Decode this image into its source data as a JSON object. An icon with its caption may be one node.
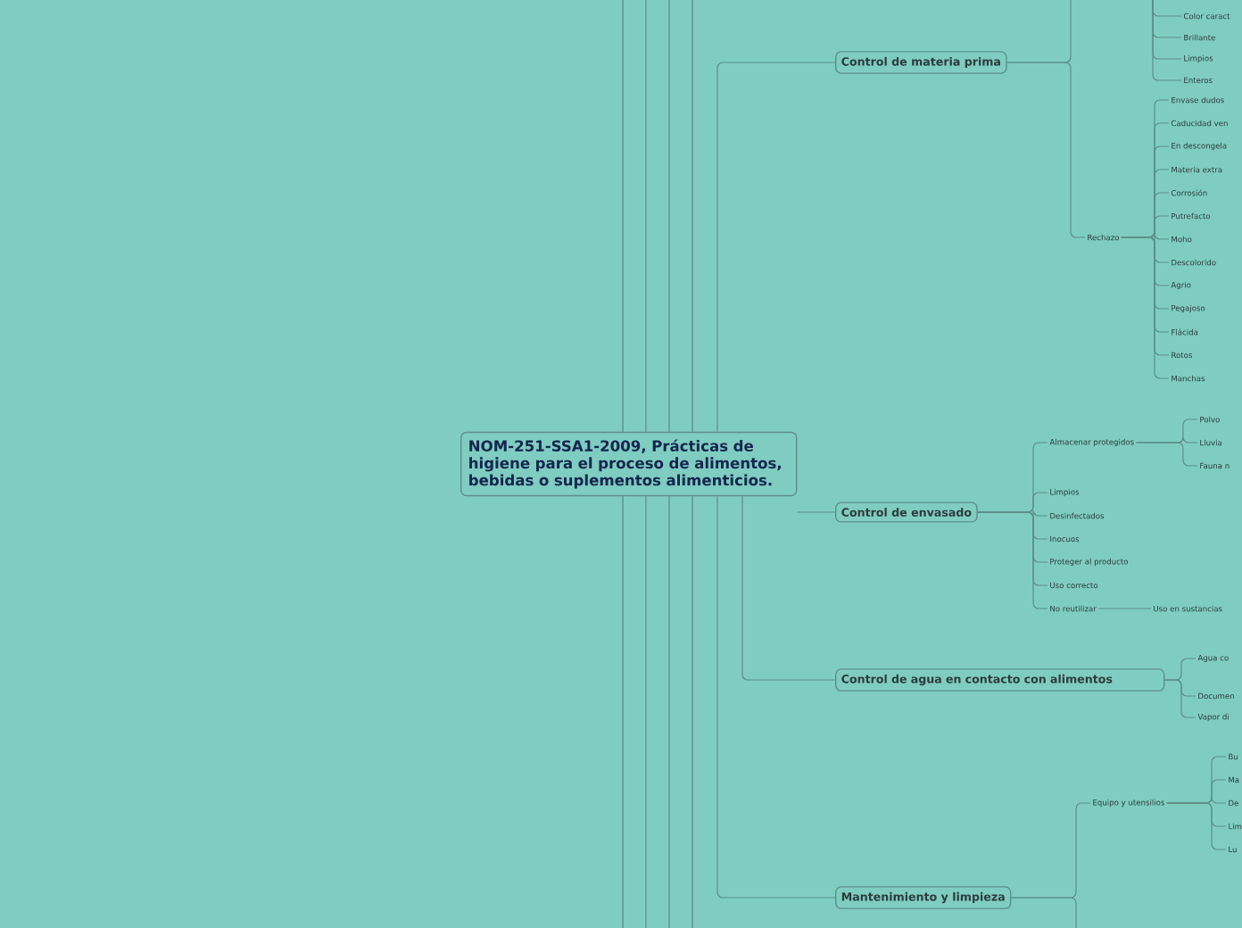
{
  "diagram": {
    "nodes": [
      {
        "text": [
          "NOM-251-SSA1-2009, Prácticas de higiene para el proceso de alimentos, bebidas o suplementos alimenticios."
        ]
      },
      {
        "text": [
          "Control de materia prima"
        ]
      },
      {
        "text": [
          "Color caract"
        ]
      },
      {
        "text": [
          "Brillante"
        ]
      },
      {
        "text": [
          "Limpios"
        ]
      },
      {
        "text": [
          "Enteros"
        ]
      },
      {
        "text": [
          "Rechazo"
        ]
      },
      {
        "text": [
          "Envase dudos"
        ]
      },
      {
        "text": [
          "Caducidad ven"
        ]
      },
      {
        "text": [
          "En descongela"
        ]
      },
      {
        "text": [
          "Materia extra"
        ]
      },
      {
        "text": [
          "Corrosión"
        ]
      },
      {
        "text": [
          "Putrefacto"
        ]
      },
      {
        "text": [
          "Moho"
        ]
      },
      {
        "text": [
          "Descolorido"
        ]
      },
      {
        "text": [
          "Agrio"
        ]
      },
      {
        "text": [
          "Pegajoso"
        ]
      },
      {
        "text": [
          "Flácida"
        ]
      },
      {
        "text": [
          "Rotos"
        ]
      },
      {
        "text": [
          "Manchas"
        ]
      },
      {
        "text": [
          "Control de envasado"
        ]
      },
      {
        "text": [
          "Almacenar protegidos"
        ]
      },
      {
        "text": [
          "Polvo"
        ]
      },
      {
        "text": [
          "Lluvia"
        ]
      },
      {
        "text": [
          "Fauna n"
        ]
      },
      {
        "text": [
          "Limpios"
        ]
      },
      {
        "text": [
          "Desinfectados"
        ]
      },
      {
        "text": [
          "Inocuos"
        ]
      },
      {
        "text": [
          "Proteger al producto"
        ]
      },
      {
        "text": [
          "Uso correcto"
        ]
      },
      {
        "text": [
          "No reutilizar"
        ]
      },
      {
        "text": [
          "Uso en sustancias"
        ]
      },
      {
        "text": [
          "Control de agua en contacto con alimentos"
        ]
      },
      {
        "text": [
          "Agua co"
        ]
      },
      {
        "text": [
          "Documen"
        ]
      },
      {
        "text": [
          "Vapor di"
        ]
      },
      {
        "text": [
          "Mantenimiento y limpieza"
        ]
      },
      {
        "text": [
          "Equipo y utensilios"
        ]
      },
      {
        "text": [
          "Bu"
        ]
      },
      {
        "text": [
          "Ma"
        ]
      },
      {
        "text": [
          "De"
        ]
      },
      {
        "text": [
          "Lim"
        ]
      },
      {
        "text": [
          "Lu"
        ]
      }
    ],
    "edges": [
      {
        "from": 0,
        "to": 1,
        "arrow": "none"
      },
      {
        "from": 0,
        "to": 20,
        "arrow": "none"
      },
      {
        "from": 0,
        "to": 32,
        "arrow": "none"
      },
      {
        "from": 0,
        "to": 36,
        "arrow": "none"
      },
      {
        "from": 1,
        "to": null,
        "arrow": "none"
      },
      {
        "from": null,
        "to": 2,
        "arrow": "none"
      },
      {
        "from": null,
        "to": 3,
        "arrow": "none"
      },
      {
        "from": null,
        "to": 4,
        "arrow": "none"
      },
      {
        "from": null,
        "to": 5,
        "arrow": "none"
      },
      {
        "from": 1,
        "to": 6,
        "arrow": "none"
      },
      {
        "from": 6,
        "to": 7,
        "arrow": "none"
      },
      {
        "from": 6,
        "to": 8,
        "arrow": "none"
      },
      {
        "from": 6,
        "to": 9,
        "arrow": "none"
      },
      {
        "from": 6,
        "to": 10,
        "arrow": "none"
      },
      {
        "from": 6,
        "to": 11,
        "arrow": "none"
      },
      {
        "from": 6,
        "to": 12,
        "arrow": "none"
      },
      {
        "from": 6,
        "to": 13,
        "arrow": "none"
      },
      {
        "from": 6,
        "to": 14,
        "arrow": "none"
      },
      {
        "from": 6,
        "to": 15,
        "arrow": "none"
      },
      {
        "from": 6,
        "to": 16,
        "arrow": "none"
      },
      {
        "from": 6,
        "to": 17,
        "arrow": "none"
      },
      {
        "from": 6,
        "to": 18,
        "arrow": "none"
      },
      {
        "from": 6,
        "to": 19,
        "arrow": "none"
      },
      {
        "from": 20,
        "to": 21,
        "arrow": "none"
      },
      {
        "from": 20,
        "to": 25,
        "arrow": "none"
      },
      {
        "from": 20,
        "to": 26,
        "arrow": "none"
      },
      {
        "from": 20,
        "to": 27,
        "arrow": "none"
      },
      {
        "from": 20,
        "to": 28,
        "arrow": "none"
      },
      {
        "from": 20,
        "to": 29,
        "arrow": "none"
      },
      {
        "from": 20,
        "to": 30,
        "arrow": "none"
      },
      {
        "from": 21,
        "to": 22,
        "arrow": "none"
      },
      {
        "from": 21,
        "to": 23,
        "arrow": "none"
      },
      {
        "from": 21,
        "to": 24,
        "arrow": "none"
      },
      {
        "from": 30,
        "to": 31,
        "arrow": "none"
      },
      {
        "from": 32,
        "to": 33,
        "arrow": "none"
      },
      {
        "from": 32,
        "to": 34,
        "arrow": "none"
      },
      {
        "from": 32,
        "to": 35,
        "arrow": "none"
      },
      {
        "from": 36,
        "to": 37,
        "arrow": "none"
      },
      {
        "from": 36,
        "to": null,
        "arrow": "none"
      },
      {
        "from": 37,
        "to": 38,
        "arrow": "none"
      },
      {
        "from": 37,
        "to": 39,
        "arrow": "none"
      },
      {
        "from": 37,
        "to": 40,
        "arrow": "none"
      },
      {
        "from": 37,
        "to": 41,
        "arrow": "none"
      },
      {
        "from": 37,
        "to": 42,
        "arrow": "none"
      }
    ]
  }
}
